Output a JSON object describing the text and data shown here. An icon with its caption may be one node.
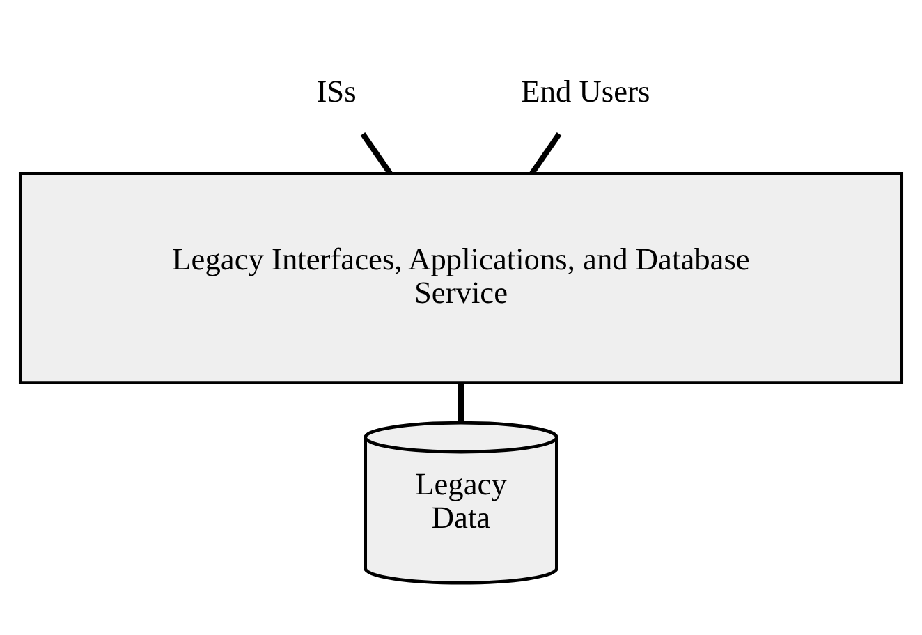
{
  "diagram": {
    "nodes": [
      {
        "text": [
          "ISs"
        ]
      },
      {
        "text": [
          "End Users"
        ]
      },
      {
        "text": [
          "Legacy Interfaces, Applications, and Database Service"
        ]
      },
      {
        "text": [
          "Legacy Data"
        ]
      }
    ],
    "edges": [
      {
        "from": 0,
        "to": 2,
        "arrow": "none"
      },
      {
        "from": 1,
        "to": 2,
        "arrow": "none"
      },
      {
        "from": 2,
        "to": 3,
        "arrow": "none"
      }
    ]
  }
}
